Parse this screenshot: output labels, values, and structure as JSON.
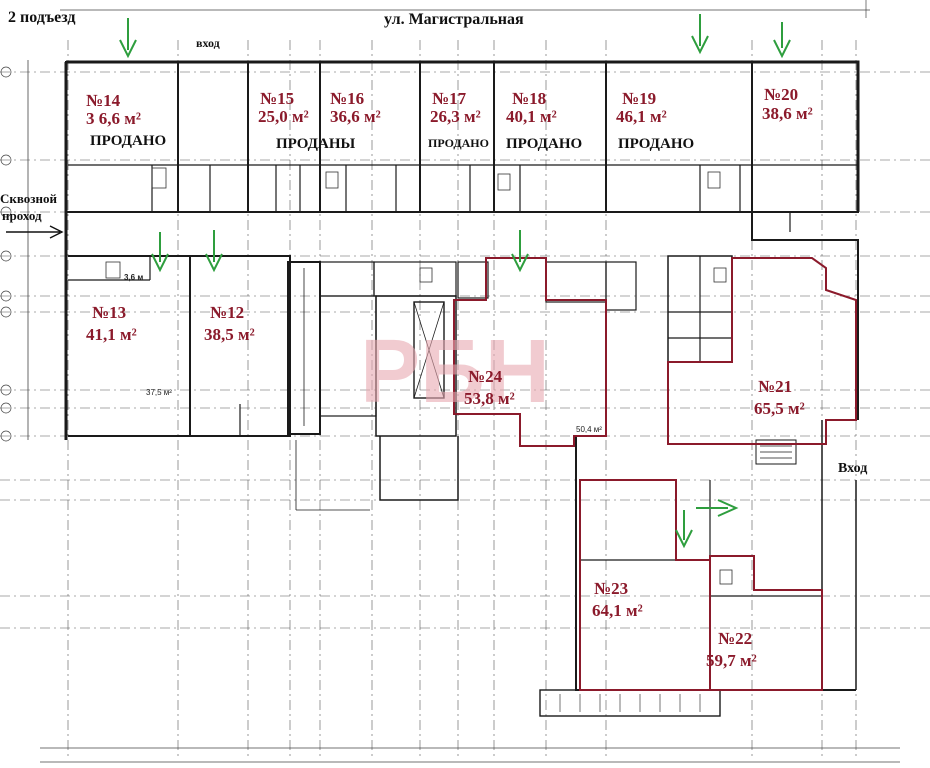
{
  "header": {
    "entrance_label": "2 подъезд",
    "street_label": "ул. Магистральная",
    "top_entry_label": "вход"
  },
  "side": {
    "passage_line1": "Сквозной",
    "passage_line2": "проход",
    "right_entry_label": "Вход"
  },
  "units": [
    {
      "number": "№14",
      "area": "3 6,6 м²",
      "status": "ПРОДАНО"
    },
    {
      "number": "№15",
      "area": "25,0 м²",
      "status": ""
    },
    {
      "number": "№16",
      "area": "36,6 м²",
      "status": ""
    },
    {
      "number": "№17",
      "area": "26,3 м²",
      "status": "ПРОДАНО"
    },
    {
      "number": "№18",
      "area": "40,1 м²",
      "status": "ПРОДАНО"
    },
    {
      "number": "№19",
      "area": "46,1 м²",
      "status": "ПРОДАНО"
    },
    {
      "number": "№20",
      "area": "38,6 м²",
      "status": ""
    },
    {
      "number": "№13",
      "area": "41,1 м²",
      "status": ""
    },
    {
      "number": "№12",
      "area": "38,5 м²",
      "status": ""
    },
    {
      "number": "№24",
      "area": "53,8 м²",
      "status": ""
    },
    {
      "number": "№21",
      "area": "65,5 м²",
      "status": ""
    },
    {
      "number": "№23",
      "area": "64,1 м²",
      "status": ""
    },
    {
      "number": "№22",
      "area": "59,7 м²",
      "status": ""
    }
  ],
  "group_status": "ПРОДАНЫ",
  "small_areas": [
    "3,6 м",
    "37,5 м²",
    "50,4 м²"
  ],
  "watermark": "РБН",
  "colors": {
    "unit_label": "#8b1a2b",
    "unit_outline": "#8b1a2b",
    "arrow": "#2e9e3e",
    "watermark": "#e8a9b0",
    "wall": "#1a1a1a"
  }
}
